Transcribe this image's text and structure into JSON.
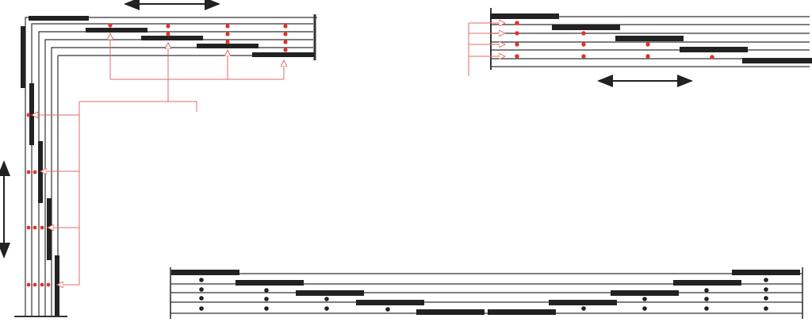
{
  "diagram": {
    "colors": {
      "line": "#333333",
      "bar": "#222222",
      "marker_red": "#e0322d",
      "marker_black": "#222222",
      "connector": "#e06b67"
    },
    "groups": [
      {
        "id": "corner-shift-array",
        "rail_count": 5,
        "bar_count": 5,
        "marker_color": "red",
        "has_connectors": true,
        "has_double_arrows": 2
      },
      {
        "id": "top-right-shift-array",
        "rail_count": 5,
        "bar_count": 5,
        "marker_color": "red",
        "has_connectors": true,
        "has_double_arrows": 1
      },
      {
        "id": "bottom-v-shift-array",
        "rail_count": 5,
        "bar_count": 10,
        "marker_color": "black",
        "has_connectors": false,
        "has_double_arrows": 0
      }
    ]
  }
}
